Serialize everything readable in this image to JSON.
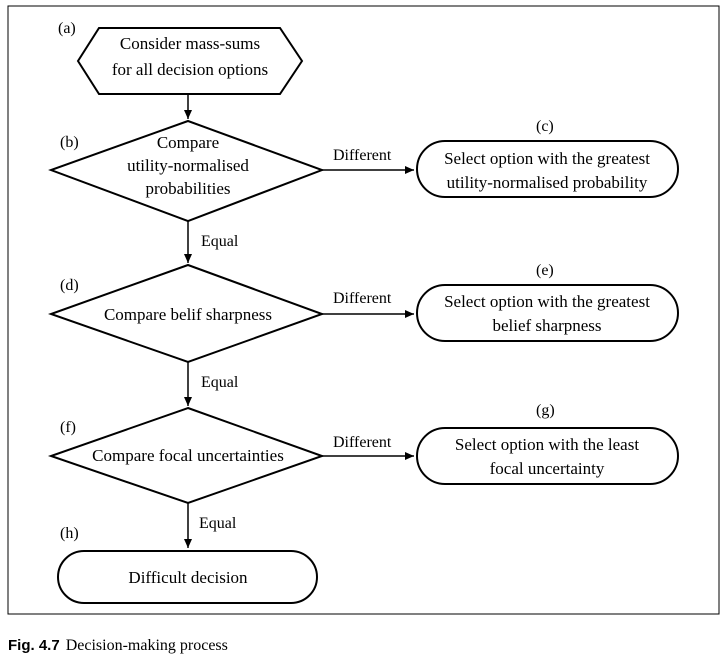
{
  "nodes": {
    "a": {
      "tag": "(a)",
      "lines": [
        "Consider  mass-sums",
        "for all decision options"
      ]
    },
    "b": {
      "tag": "(b)",
      "lines": [
        "Compare",
        "utility-normalised",
        "probabilities"
      ]
    },
    "c": {
      "tag": "(c)",
      "lines": [
        "Select option with the greatest",
        "utility-normalised probability"
      ]
    },
    "d": {
      "tag": "(d)",
      "lines": [
        "Compare belif sharpness"
      ]
    },
    "e": {
      "tag": "(e)",
      "lines": [
        "Select option with the greatest",
        "belief sharpness"
      ]
    },
    "f": {
      "tag": "(f)",
      "lines": [
        "Compare focal uncertainties"
      ]
    },
    "g": {
      "tag": "(g)",
      "lines": [
        "Select option with the least",
        "focal uncertainty"
      ]
    },
    "h": {
      "tag": "(h)",
      "lines": [
        "Difficult decision"
      ]
    }
  },
  "edges": {
    "b_c": "Different",
    "b_d": "Equal",
    "d_e": "Different",
    "d_f": "Equal",
    "f_g": "Different",
    "f_h": "Equal"
  },
  "caption": {
    "number": "Fig. 4.7",
    "title": "Decision-making process"
  }
}
